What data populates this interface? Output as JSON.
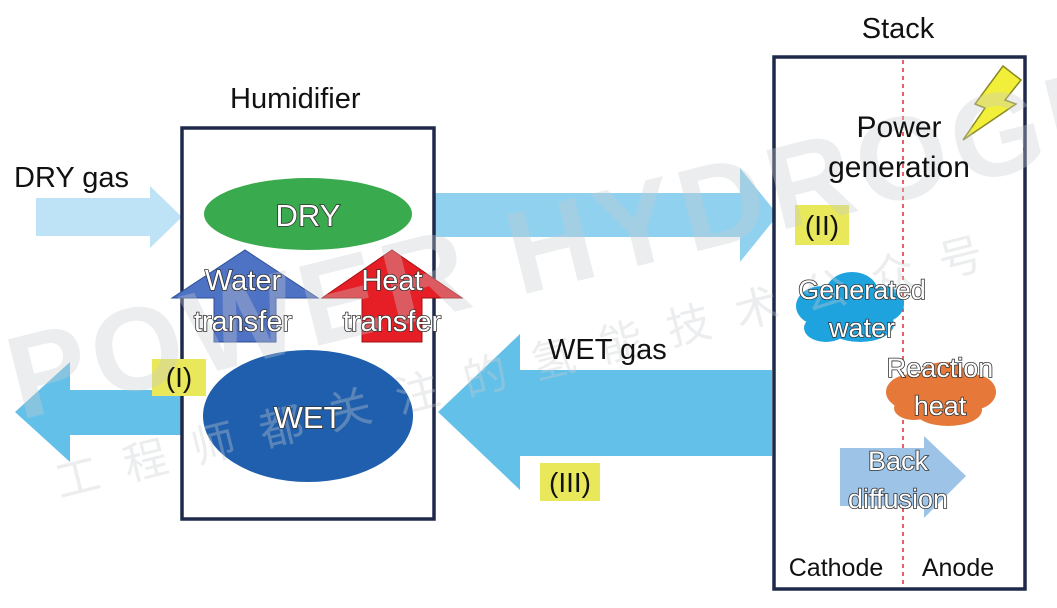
{
  "humidifier": {
    "title": "Humidifier",
    "dry_label": "DRY",
    "wet_label": "WET",
    "water_transfer": [
      "Water",
      "transfer"
    ],
    "heat_transfer": [
      "Heat",
      "transfer"
    ]
  },
  "flows": {
    "dry_gas": "DRY gas",
    "wet_gas": "WET gas",
    "tag_1": "(I)",
    "tag_2": "(II)",
    "tag_3": "(III)"
  },
  "stack": {
    "title": "Stack",
    "power_generation": [
      "Power",
      "generation"
    ],
    "generated_water": [
      "Generated",
      "water"
    ],
    "reaction_heat": [
      "Reaction",
      "heat"
    ],
    "back_diffusion": [
      "Back",
      "diffusion"
    ],
    "cathode": "Cathode",
    "anode": "Anode"
  },
  "watermark": {
    "brand": "POWER HYDROGEN",
    "subtitle": "工程师都关注的氢能技术公众号"
  },
  "colors": {
    "dark_border": "#1f2a4a",
    "light_arrow": "#bfe3f6",
    "mid_arrow": "#8fd1ef",
    "blue_arrow": "#63c0e8",
    "dry_green": "#3aaa4e",
    "wet_blue": "#1f5fad",
    "water_arrow": "#4e72c4",
    "heat_arrow": "#e51f25",
    "tag_yellow": "#e8e85a",
    "cloud_blue": "#1ea3de",
    "cloud_orange": "#e6793a",
    "lightning": "#f2ef3a"
  }
}
